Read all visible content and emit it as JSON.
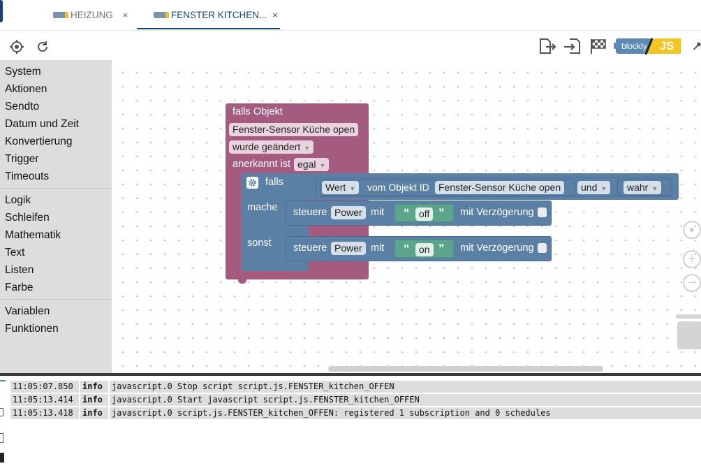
{
  "tabs": [
    {
      "logo": "blockly",
      "label": "HEIZUNG",
      "close": "×"
    },
    {
      "logo": "blockly",
      "label": "FENSTER KITCHEN...",
      "close": "×"
    }
  ],
  "toolbar": {
    "left_icons": [
      "locate-icon",
      "refresh-icon"
    ],
    "right_icons": [
      "export-icon",
      "import-icon",
      "flag-icon",
      "wrench-icon"
    ],
    "switch_blockly": "blockly",
    "switch_js": "JS"
  },
  "sidebar": {
    "group1": [
      "System",
      "Aktionen",
      "Sendto",
      "Datum und Zeit",
      "Konvertierung",
      "Trigger",
      "Timeouts"
    ],
    "group2": [
      "Logik",
      "Schleifen",
      "Mathematik",
      "Text",
      "Listen",
      "Farbe"
    ],
    "group3": [
      "Variablen",
      "Funktionen"
    ]
  },
  "blocks": {
    "trigger": {
      "title": "falls Objekt",
      "object": "Fenster-Sensor Küche open",
      "mode": "wurde geändert",
      "ack_label": "anerkannt ist",
      "ack_value": "egal"
    },
    "if": {
      "label_if": "falls",
      "label_do": "mache",
      "label_else": "sonst",
      "cond_value_field": "Wert",
      "cond_from_label": "vom Objekt ID",
      "cond_object": "Fenster-Sensor Küche open",
      "cond_op": "und",
      "cond_bool": "wahr"
    },
    "control1": {
      "label": "steuere",
      "target": "Power",
      "with": "mit",
      "value": "off",
      "delay": "mit Verzögerung"
    },
    "control2": {
      "label": "steuere",
      "target": "Power",
      "with": "mit",
      "value": "on",
      "delay": "mit Verzögerung"
    }
  },
  "log": [
    {
      "time": "11:05:07.850",
      "level": "info",
      "message": "javascript.0 Stop script script.js.FENSTER_kitchen_OFFEN"
    },
    {
      "time": "11:05:13.414",
      "level": "info",
      "message": "javascript.0 Start javascript script.js.FENSTER_kitchen_OFFEN"
    },
    {
      "time": "11:05:13.418",
      "level": "info",
      "message": "javascript.0 script.js.FENSTER_kitchen_OFFEN: registered 1 subscription and 0 schedules"
    }
  ],
  "colors": {
    "accent": "#164477",
    "trigger_block": "#a55b80",
    "logic_block": "#5b80a5",
    "text_block": "#5ba58c"
  }
}
